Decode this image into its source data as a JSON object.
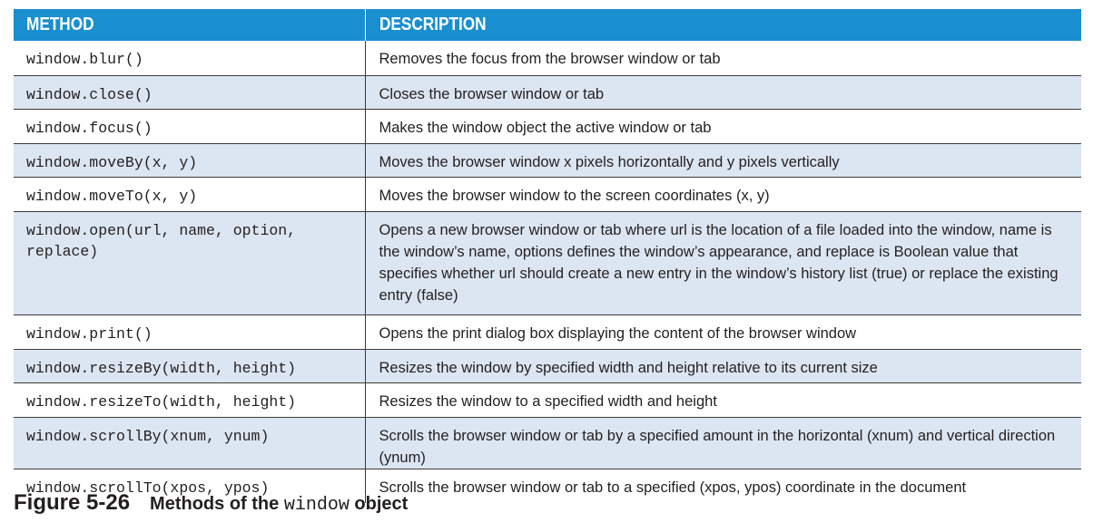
{
  "table": {
    "header": {
      "method": "METHOD",
      "description": "DESCRIPTION"
    },
    "rows": [
      {
        "method": "window.blur()",
        "description": "Removes the focus from the browser window or tab"
      },
      {
        "method": "window.close()",
        "description": "Closes the browser window or tab"
      },
      {
        "method": "window.focus()",
        "description": "Makes the window object the active window or tab"
      },
      {
        "method": "window.moveBy(x, y)",
        "description": "Moves the browser window x pixels horizontally and y pixels vertically"
      },
      {
        "method": "window.moveTo(x, y)",
        "description": "Moves the browser window to the screen coordinates (x, y)"
      },
      {
        "method": "window.open(url, name, option, replace)",
        "description": "Opens a new browser window or tab where url is the location of a file loaded into the window, name is the window’s name, options defines the window’s appearance, and replace is Boolean value that specifies whether url should create a new entry in the window’s history list (true) or replace the existing entry (false)"
      },
      {
        "method": "window.print()",
        "description": "Opens the print dialog box displaying the content of the browser window"
      },
      {
        "method": "window.resizeBy(width, height)",
        "description": "Resizes the window by specified width and height relative to its current size"
      },
      {
        "method": "window.resizeTo(width, height)",
        "description": "Resizes the window to a specified width and height"
      },
      {
        "method": "window.scrollBy(xnum, ynum)",
        "description": "Scrolls the browser window or tab by a specified amount in the horizontal (xnum) and vertical direction (ynum)"
      },
      {
        "method": "window.scrollTo(xpos, ypos)",
        "description": "Scrolls the browser window or tab to a specified (xpos, ypos) coordinate in the document"
      }
    ]
  },
  "caption": {
    "figure_number": "Figure 5-26",
    "text_before": "Methods of the ",
    "code": "window",
    "text_after": " object"
  },
  "colors": {
    "header_bg": "#1a8fd0",
    "alt_row_bg": "#dce6f2"
  }
}
